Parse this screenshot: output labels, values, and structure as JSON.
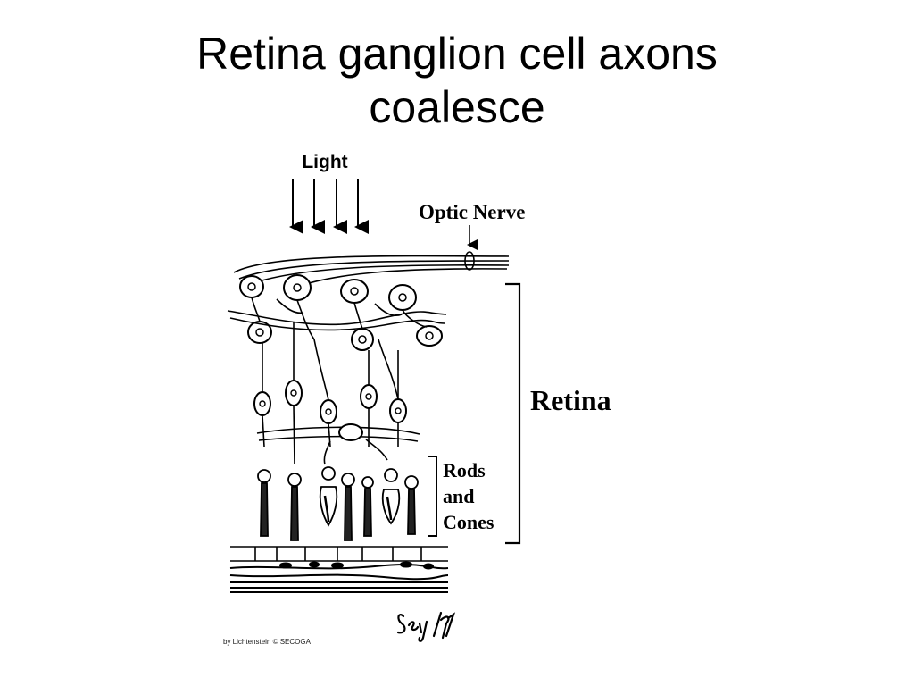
{
  "title": {
    "line1": "Retina ganglion cell axons",
    "line2": "coalesce"
  },
  "diagram": {
    "label_light": "Light",
    "label_optic_nerve": "Optic Nerve",
    "label_retina": "Retina",
    "label_rods": "Rods",
    "label_and": "and",
    "label_cones": "Cones"
  },
  "signature": "Sey/97",
  "credit": "by Lichtenstein © SECOGA"
}
